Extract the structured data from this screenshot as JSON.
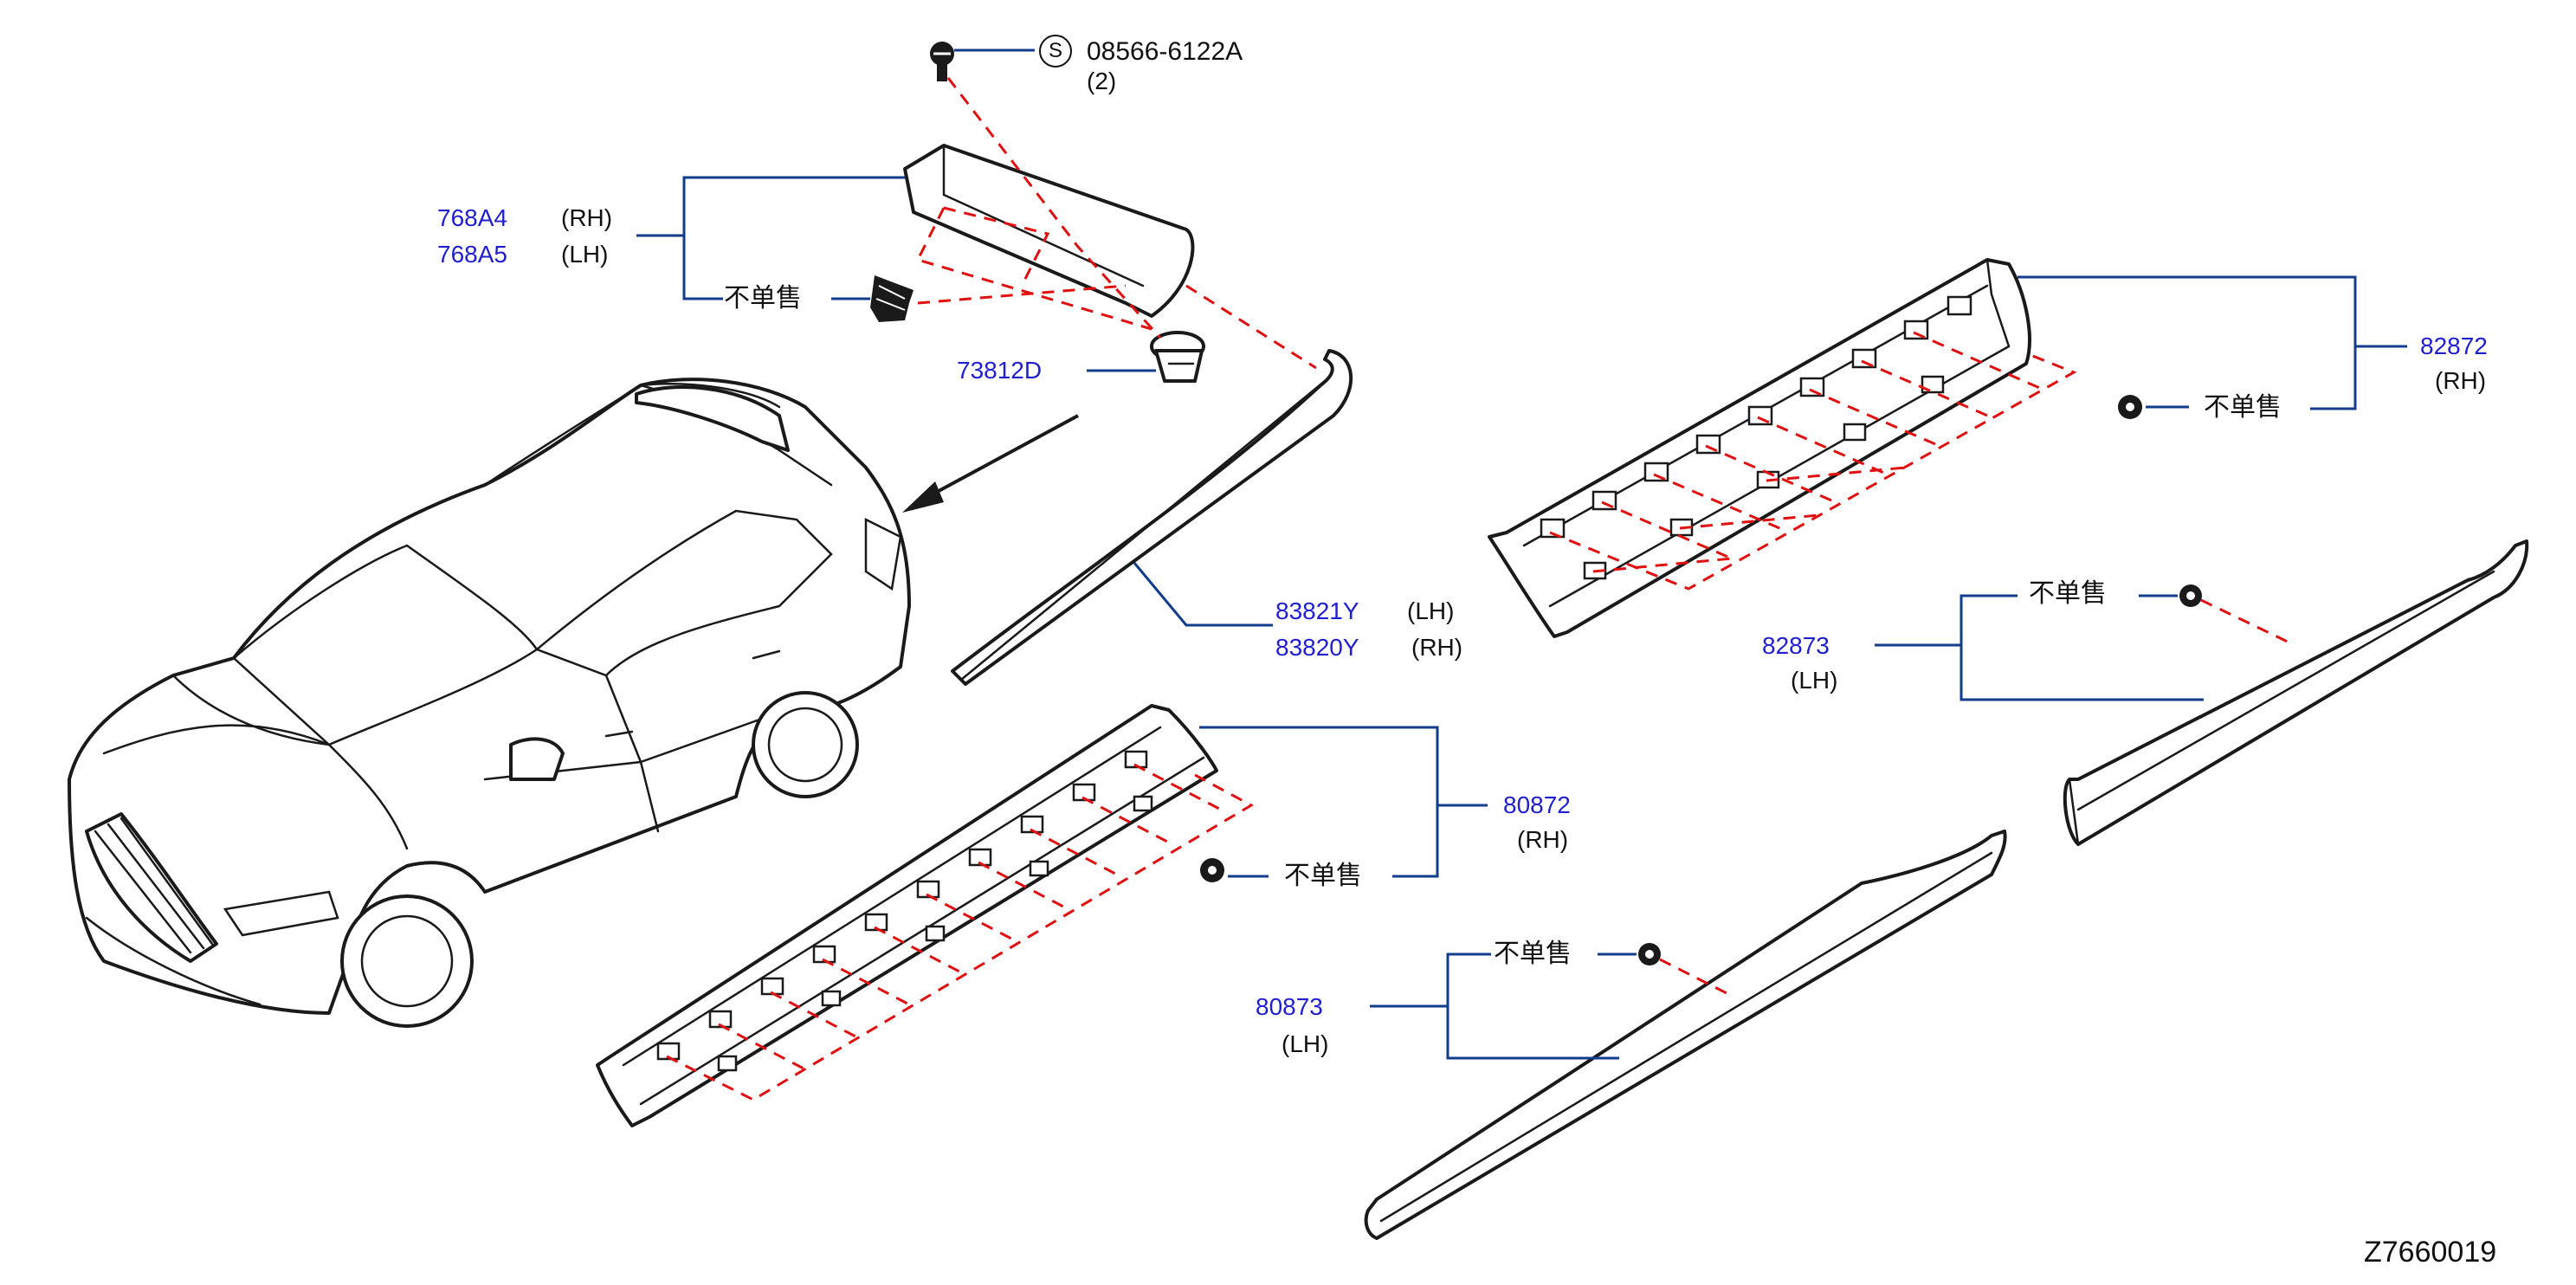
{
  "labels": {
    "screw_code": "08566-6122A",
    "screw_qty": "(2)",
    "screw_symbol": "S",
    "spoiler_rh_pn": "768A4",
    "spoiler_rh_side": "(RH)",
    "spoiler_lh_pn": "768A5",
    "spoiler_lh_side": "(LH)",
    "spoiler_clip_ns": "不单售",
    "grommet_pn": "73812D",
    "drip_lh_pn": "83821Y",
    "drip_lh_side": "(LH)",
    "drip_rh_pn": "83820Y",
    "drip_rh_side": "(RH)",
    "rear_sill_rh_pn": "82872",
    "rear_sill_rh_side": "(RH)",
    "rear_sill_rh_clip_ns": "不单售",
    "rear_sill_lh_pn": "82873",
    "rear_sill_lh_side": "(LH)",
    "rear_sill_lh_clip_ns": "不单售",
    "front_sill_rh_pn": "80872",
    "front_sill_rh_side": "(RH)",
    "front_sill_rh_clip_ns": "不单售",
    "front_sill_lh_pn": "80873",
    "front_sill_lh_side": "(LH)",
    "front_sill_lh_clip_ns": "不单售",
    "figure_id": "Z7660019"
  },
  "colors": {
    "part_number": "#1f1fd0",
    "leader_line": "#123c8c",
    "dashed_line": "#e01010",
    "outline": "#1a1a1a"
  },
  "icons": [
    "screw-icon",
    "push-clip-icon",
    "grommet-icon",
    "clip-icon",
    "arrow-icon"
  ]
}
